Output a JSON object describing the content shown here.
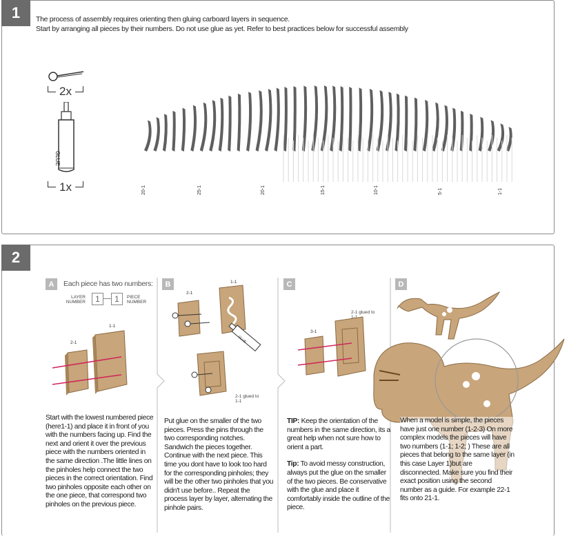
{
  "section1": {
    "number": "1",
    "intro_line1": "The process of assembly requires orienting then gluing carboard layers in sequence.",
    "intro_line2": "Start by arranging all pieces by their numbers. Do not  use glue as yet.  Refer to best practices below for successful assembly",
    "pin_count": "2x",
    "glue_count": "1x",
    "glue_tube_text": "GLUE",
    "tick_labels": [
      "20-1",
      "25-1",
      "20-1",
      "15-1",
      "10-1",
      "5-1",
      "1-1"
    ]
  },
  "section2": {
    "number": "2",
    "step_a": {
      "letter": "A",
      "title": "Each piece has two numbers:",
      "layer_label": "LAYER NUMBER",
      "piece_label": "PIECE NUMBER",
      "value1": "1",
      "value2": "1",
      "piece_left": "2-1",
      "piece_right": "1-1",
      "text": "Start with the lowest numbered piece (here1-1) and place it in front of you with the numbers facing up. Find the next  and orient it over the previous piece with the numbers oriented in the same direction .The little lines on the pinholes help connect the two pieces in the correct orientation. Find two pinholes opposite each other on the one piece, that correspond two pinholes on the previous piece."
    },
    "step_b": {
      "letter": "B",
      "piece_top": "1-1",
      "piece_left": "2-1",
      "glued_note": "2-1 glued to 1-1",
      "glue_tube_text": "GLUE",
      "text": "Put glue on the smaller of the two pieces. Press the pins through the two corresponding notches. Sandwich the pieces together. Continue with the next piece. This time you dont have to look too hard for  the corresponding pinholes; they will be the other two pinholes that you didn't use before.. Repeat the process layer by layer, alternating the pinhole pairs."
    },
    "step_c": {
      "letter": "C",
      "piece_left": "3-1",
      "glued_note": "2-1 glued to 1-1",
      "tip1_label": "TIP:",
      "tip1_text": " Keep the orientation of the numbers in the same direction, its a great help when not sure how to orient a part.",
      "tip2_label": "Tip:",
      "tip2_text": " To avoid messy construction, always put the glue on the smaller of the two pieces. Be conservative with the glue and place it comfortably inside the outline of the piece."
    },
    "step_d": {
      "letter": "D",
      "text": "When a model is simple, the pieces have just one number (1-2-3) On more complex models the pieces will have two numbers (1-1; 1-2; ) These are all pieces that belong to the same layer (in this case Layer 1)but are disconnected. Make sure you find their exact position using the second number as a guide. For example 22-1 fits onto 21-1."
    }
  },
  "colors": {
    "badge": "#6b6b6b",
    "step_badge": "#b8b8b8",
    "cardboard": "#c8a57a",
    "pin_line": "#d0245a"
  }
}
